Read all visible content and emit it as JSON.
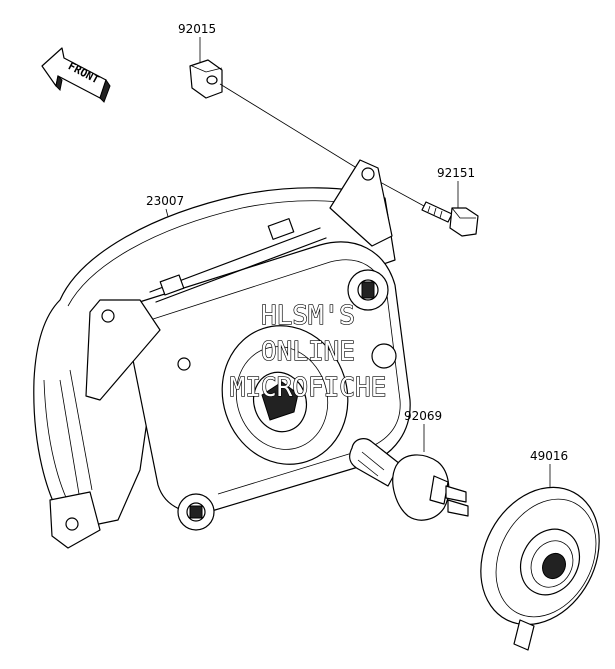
{
  "parts": [
    {
      "number": "92015"
    },
    {
      "number": "92151"
    },
    {
      "number": "23007"
    },
    {
      "number": "92069"
    },
    {
      "number": "49016"
    }
  ],
  "direction_marker": {
    "text": "FRONT",
    "icon": "arrow-icon"
  },
  "watermark": {
    "lines": [
      "HLSM'S",
      "ONLINE",
      "MICROFICHE"
    ]
  }
}
